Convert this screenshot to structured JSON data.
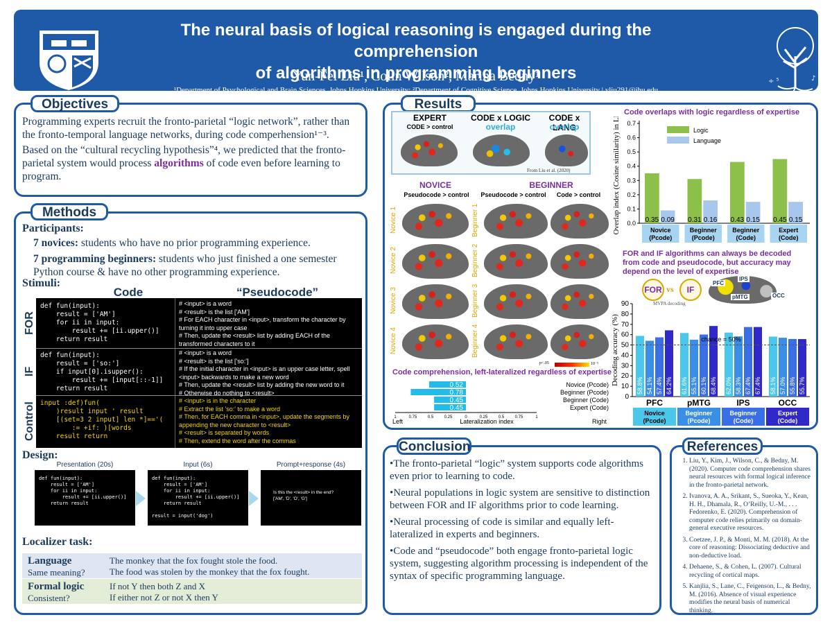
{
  "header": {
    "title_line1": "The neural basis of logical reasoning is engaged during the comprehension",
    "title_line2": "of algorithms in programming beginners",
    "authors": "Yun-Fei Liu¹, Colin Wilson², Marina Bedny¹",
    "affiliation": "¹Department of Psychological and Brain Sciences, Johns Hopkins University; ²Department of Cognitive Science, Johns Hopkins University | yliu291@jhu.edu"
  },
  "objectives": {
    "title": "Objectives",
    "p1": "Programming experts recruit the fronto-parietal “logic network”, rather than the fronto-temporal language networks, during code comperhension¹⁻³.",
    "p2_a": "Based on the “cultural recycling hypothesis”⁴, we predicted that the fronto-parietal system would process ",
    "p2_bold": "algorithms",
    "p2_b": " of code even before learning to program."
  },
  "methods": {
    "title": "Methods",
    "participants_label": "Participants:",
    "novices_bold": "7 novices:",
    "novices_text": " students who have no prior programming experience.",
    "beginners_bold": "7 programming beginners:",
    "beginners_text": " students who just finished a one semester Python course & have no other programming experience.",
    "stimuli_label": "Stimuli",
    "col_code": "Code",
    "col_pseudo": "“Pseudocode”",
    "rows": [
      {
        "label": "FOR",
        "code": "def fun(input):\n    result = ['AM']\n    for ii in input:\n        result += [ii.upper()]\n    return result",
        "pseudo": [
          "# <input> is a word",
          "# <result> is the list ['AM']",
          "# For EACH character in <input>, transform the character by turning it into upper case",
          "# Then, update the <result> list by adding EACH of the transformed characters to it"
        ]
      },
      {
        "label": "IF",
        "code": "def fun(input):\n    result = ['so:']\n    if input[0].isupper():\n        result += [input[::-1]]\n    return result",
        "pseudo": [
          "# <input> is a word",
          "# <result> is the list ['so:']",
          "# If the initial character in <input> is an upper case letter, spell <input> backwards to make a new word",
          "# Then, update the <result> list by adding the new word to it",
          "# Otherwise do nothing to <result>"
        ]
      },
      {
        "label": "Control",
        "code": "input :def)fun(\n    )result input ' result\n    [(set=3 2 input] len *]=='(\n        := +if: )[words\n    result return",
        "pseudo": [
          "# <input> is in the character",
          "# Extract the list 'so:' to make a word",
          "# Then, for EACH comma in <input>, update the segments by appending the new character to <result>",
          "# <result> is separated by words",
          "# Then, extend the word after the commas"
        ]
      }
    ],
    "design_label": "Design:",
    "design_steps": [
      {
        "label": "Presentation (20s)",
        "code": "def fun(input):\n    result = ['AM']\n    for ii in input:\n        result += [ii.upper()]\n    return result"
      },
      {
        "label": "Input (6s)",
        "code": "def fun(input):\n    result = ['AM']\n    for ii in input:\n        result += [ii.upper()]\n    return result\n\nresult = input('dog')"
      },
      {
        "label": "Prompt+response (4s)",
        "code": "Is this the <result> in the end?\n['AM', 'D', 'O', 'G']"
      }
    ],
    "localizer_label": "Localizer task:",
    "localizer": [
      {
        "name": "Language",
        "q": "Same meaning?",
        "s1": "The monkey that the fox fought stole the food.",
        "s2": "The food was stolen by the monkey that the fox fought."
      },
      {
        "name": "Formal logic",
        "q": "Consistent?",
        "s1": "If not Y then both Z and X",
        "s2": "If either not Z or not X then Y"
      }
    ]
  },
  "results": {
    "title": "Results",
    "top": {
      "expert": "EXPERT",
      "expert_sub": "CODE > control",
      "codexlogic": "CODE x LOGIC",
      "codexlang": "CODE x LANG",
      "overlap": "overlap",
      "source": "From Liu et al. (2020)"
    },
    "novice_hdr": "NOVICE",
    "novice_sub": "Pseudocode > control",
    "beginner_hdr": "BEGINNER",
    "beginner_sub1": "Pseudocode > control",
    "beginner_sub2": "Code > control",
    "novice_rows": [
      "Novice 1",
      "Novice 2",
      "Novice 3",
      "Novice 4"
    ],
    "beginner_rows": [
      "Beginner 1",
      "Beginner 2",
      "Beginner 3",
      "Beginner 4"
    ],
    "colorbar_left": "p<.05",
    "colorbar_right": "10⁻⁵",
    "lat_title": "Code comprehension, left-lateralized regardless of expertise",
    "lat_axis_left": "Left",
    "lat_axis_right": "Right",
    "lat_axis_label": "Lateralization index",
    "lat_ticks": [
      "1",
      "0.75",
      "0.5",
      "0.25",
      "0",
      "0.25",
      "0.5",
      "0.75",
      "1"
    ]
  },
  "chart_data": [
    {
      "type": "bar",
      "title": "Code overlaps with logic regardless of expertise",
      "ylabel": "Overlap index (Cosine similarity) in LH",
      "categories": [
        "Novice (Pcode)",
        "Beginner (Pcode)",
        "Beginner (Code)",
        "Expert (Code)"
      ],
      "series": [
        {
          "name": "Logic",
          "values": [
            0.35,
            0.31,
            0.43,
            0.45
          ]
        },
        {
          "name": "Language",
          "values": [
            0.09,
            0.16,
            0.15,
            0.15
          ]
        }
      ],
      "value_labels": [
        "0.35",
        "0.09",
        "0.31",
        "0.16",
        "0.43",
        "0.15",
        "0.45",
        "0.15"
      ],
      "ylim": [
        0,
        0.7
      ],
      "yticks": [
        "0.0",
        "0.1",
        "0.2",
        "0.3",
        "0.4",
        "0.5",
        "0.6",
        "0.7"
      ],
      "legend": "top-left",
      "colors": {
        "Logic": "#8cc04a",
        "Language": "#a7c8ec"
      }
    },
    {
      "type": "bar",
      "title": "Code comprehension, left-lateralized regardless of expertise",
      "xlabel": "Lateralization index",
      "categories": [
        "Novice (Pcode)",
        "Beginner (Pcode)",
        "Beginner (Code)",
        "Expert (Code)"
      ],
      "values": [
        0.52,
        0.78,
        0.45,
        0.45
      ],
      "value_labels": [
        "0.52",
        "0.78",
        "0.45",
        "0.45"
      ],
      "xlim": [
        -1,
        1
      ]
    },
    {
      "type": "bar",
      "title": "FOR and IF algorithms can always be decoded from code and pseudocode, but accuracy may depend on the level of expertise",
      "ylabel": "Decoding accuracy (%)",
      "categories": [
        "PFC",
        "pMTG",
        "IPS",
        "OCC"
      ],
      "series": [
        {
          "name": "Novice (Pcode)",
          "values": [
            58.8,
            61.6,
            62.0,
            58.1
          ]
        },
        {
          "name": "Beginner (Pcode)",
          "values": [
            54.1,
            55.1,
            58.3,
            57.0
          ]
        },
        {
          "name": "Beginner (Code)",
          "values": [
            57.4,
            60.1,
            67.4,
            55.8
          ]
        },
        {
          "name": "Expert (Code)",
          "values": [
            64.2,
            68.4,
            67.4,
            55.7
          ]
        }
      ],
      "value_labels": [
        [
          "58.8%",
          "54.1%",
          "57.4%",
          "64.2%"
        ],
        [
          "61.6%",
          "55.1%",
          "60.1%",
          "68.4%"
        ],
        [
          "62.0%",
          "58.3%",
          "67.4%",
          "67.4%"
        ],
        [
          "58.1%",
          "57.0%",
          "55.8%",
          "55.7%"
        ]
      ],
      "ylim": [
        0,
        90
      ],
      "yticks": [
        "0",
        "10",
        "20",
        "30",
        "40",
        "50",
        "60",
        "70",
        "80",
        "90"
      ],
      "chance_label": "chance = 50%",
      "chance": 50,
      "colors": [
        "#4cc7ec",
        "#3a8ee6",
        "#3a6ee6",
        "#3028c8"
      ]
    }
  ],
  "decoding": {
    "for": "FOR",
    "vs": "vs",
    "if": "IF",
    "mvpa": "MVPA decoding",
    "regions": [
      "PFC",
      "IPS",
      "pMTG",
      "OCC"
    ]
  },
  "conclusion": {
    "title": "Conclusion",
    "items": [
      "The fronto-parietal “logic” system supports code algorithms even prior to learning to code.",
      "Neural populations in logic system are sensitive to distinction between FOR and IF algorithms prior to code learning.",
      "Neural processing of code is similar and equally left-lateralized in experts and beginners.",
      "Code and “pseudocode” both engage fronto-parietal logic system, suggesting algorithm processing is independent of the syntax of specific programming language."
    ]
  },
  "references": {
    "title": "References",
    "items": [
      "Liu, Y., Kim, J., Wilson, C., & Bedny, M. (2020). Computer code comprehension shares neural resources with formal logical inference in the fronto-parietal network.",
      "Ivanova, A. A., Srikant, S., Sueoka, Y., Kean, H. H., Dhamala, R., O’Reilly, U.-M., . . . Fedorenko, E. (2020). Comprehension of computer code relies primarily on domain-general executive resources.",
      "Coetzee, J. P., & Monti, M. M. (2018). At the core of reasoning: Dissociating deductive and non-deductive load.",
      "Dehaene, S., & Cohen, L. (2007). Cultural recycling of cortical maps.",
      "Kanjlia, S., Lane, C., Feigenson, L., & Bedny, M. (2016). Absence of visual experience modifies the neural basis of numerical thinking."
    ]
  }
}
